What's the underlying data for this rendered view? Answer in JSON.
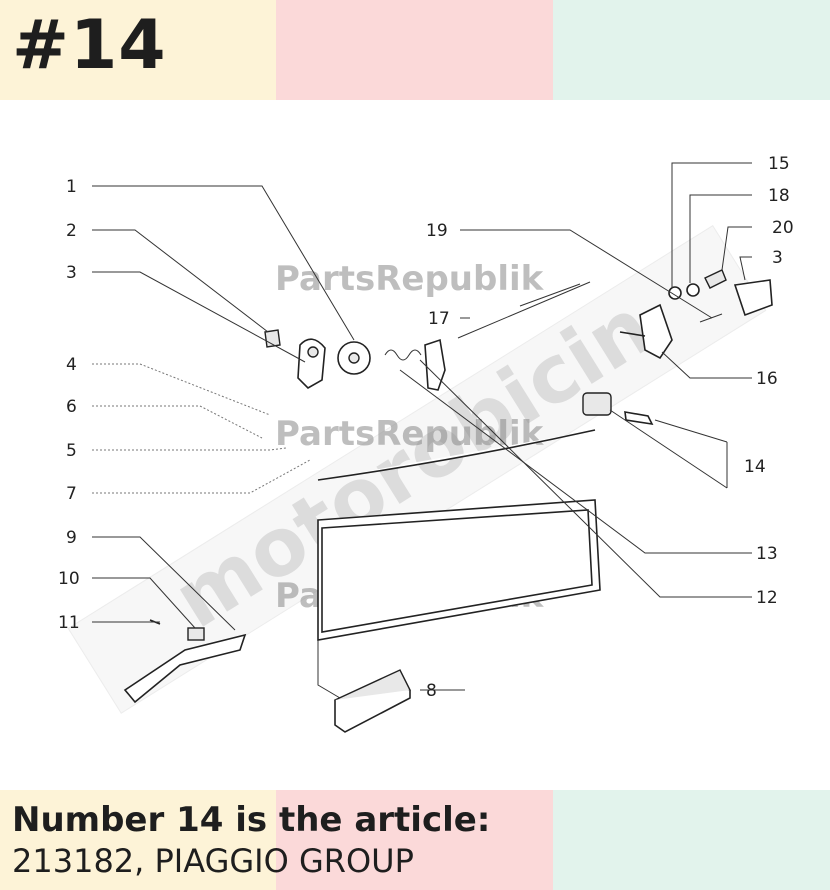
{
  "header": {
    "part_number": "#14"
  },
  "caption": {
    "title": "Number 14 is the article:",
    "subtitle": "213182, PIAGGIO GROUP"
  },
  "watermark": {
    "text": "PartsRepublik",
    "overlay_text": "motorobicin"
  },
  "callouts": {
    "c1": "1",
    "c2": "2",
    "c3": "3",
    "c4": "4",
    "c5": "5",
    "c6": "6",
    "c7": "7",
    "c8": "8",
    "c9": "9",
    "c10": "10",
    "c11": "11",
    "c12": "12",
    "c13": "13",
    "c14": "14",
    "c15": "15",
    "c16": "16",
    "c17": "17",
    "c18": "18",
    "c19": "19",
    "c20": "20",
    "c3b": "3"
  },
  "colors": {
    "band_yellow": "#fdf3d7",
    "band_pink": "#fbd9d9",
    "band_green": "#e2f3ec"
  }
}
